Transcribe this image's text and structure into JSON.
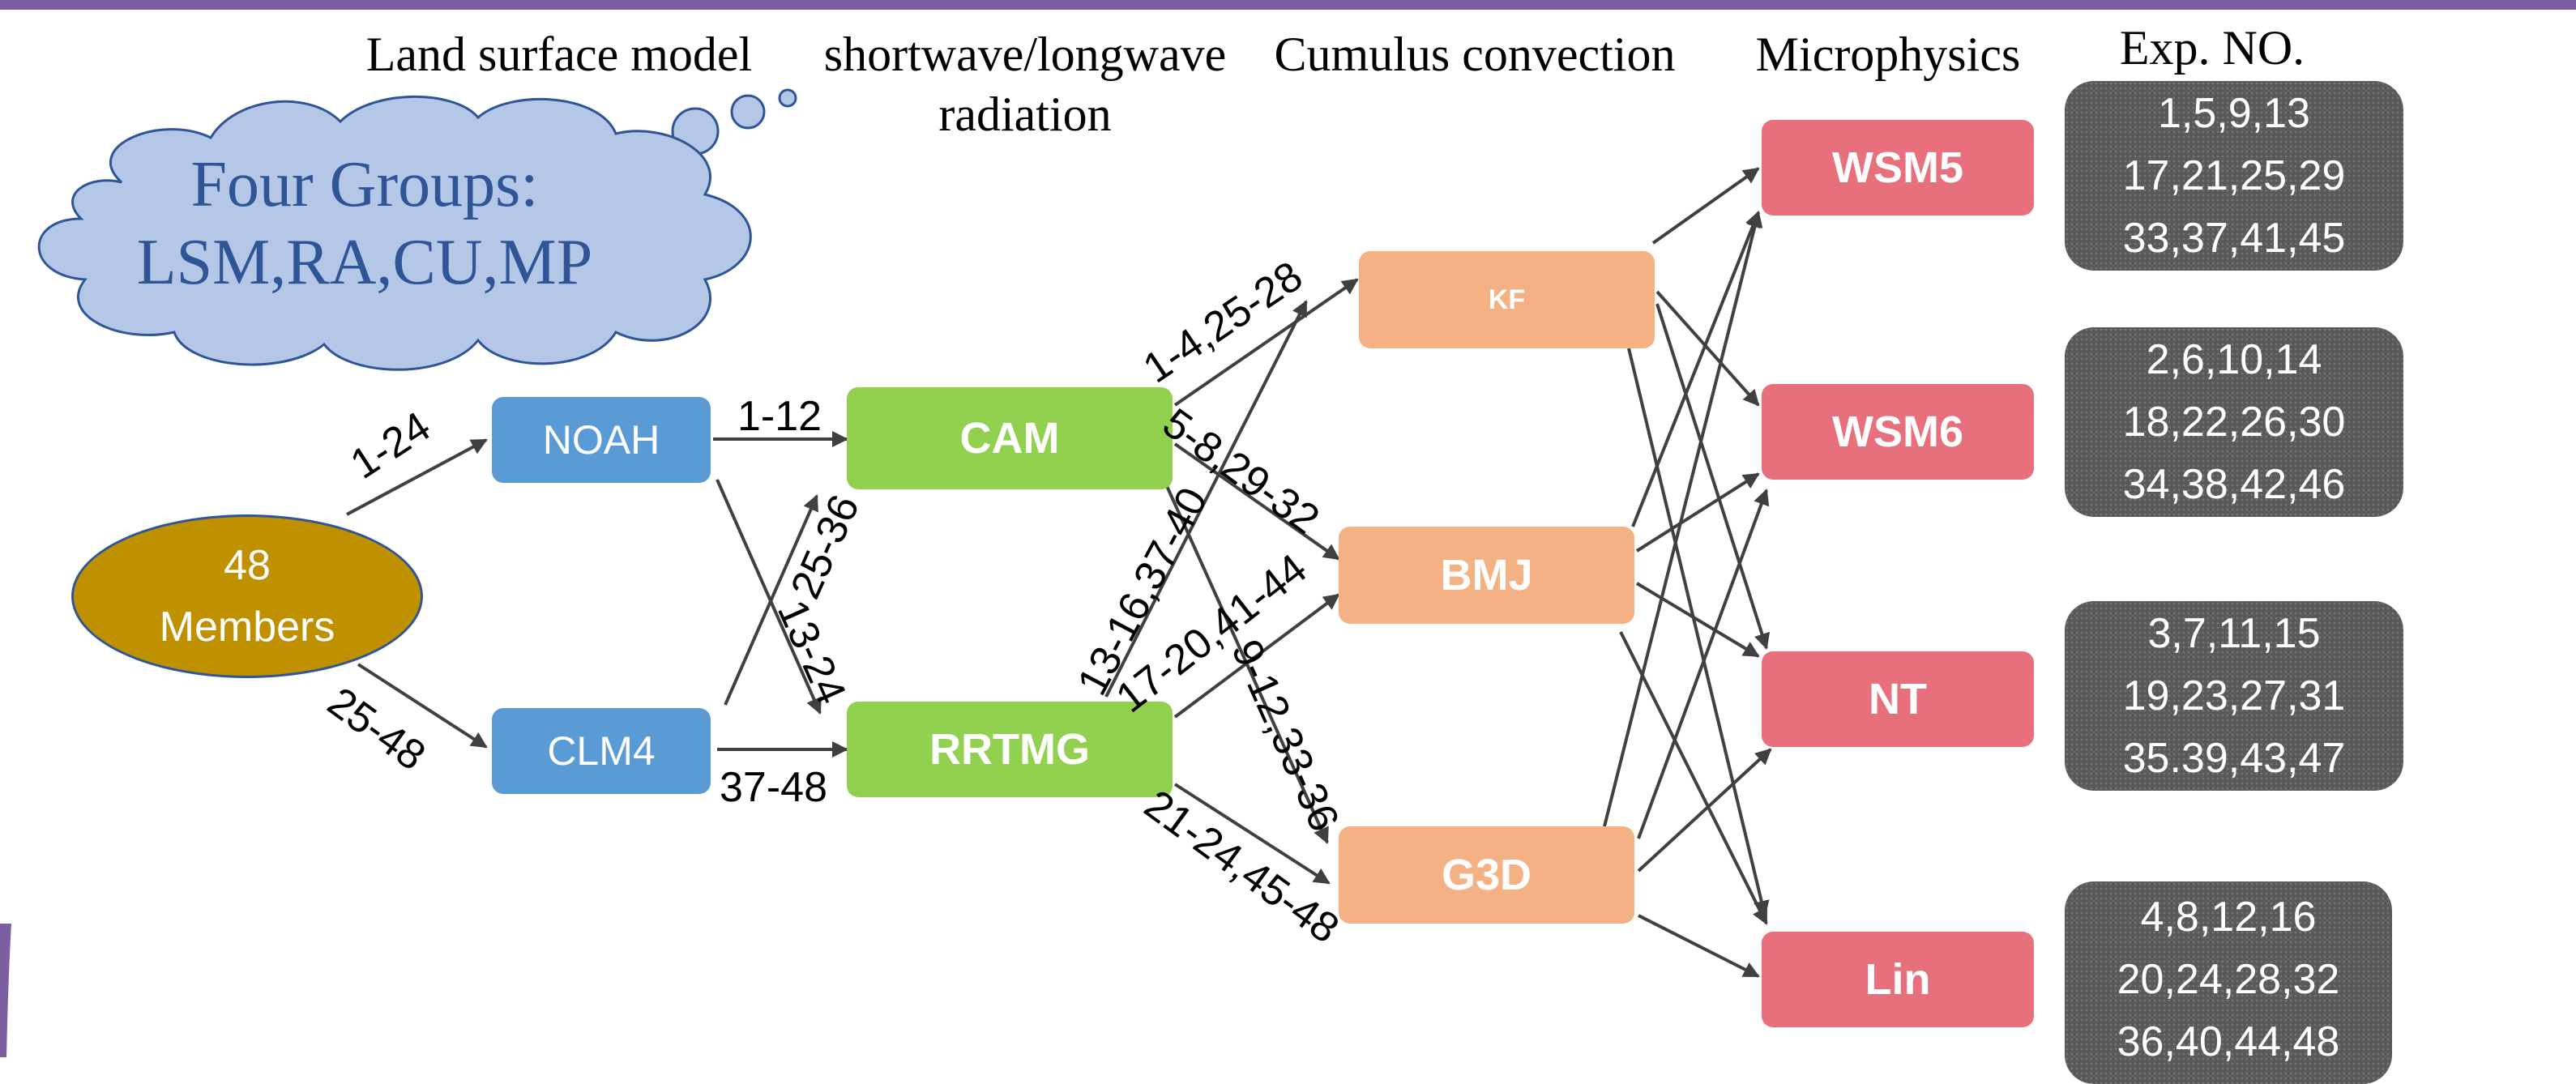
{
  "headers": {
    "lsm": "Land surface model",
    "radiation_line1": "shortwave/longwave",
    "radiation_line2": "radiation",
    "cumulus": "Cumulus convection",
    "microphysics": "Microphysics",
    "exp": "Exp. NO."
  },
  "callout": {
    "line1": "Four Groups:",
    "line2": "LSM,RA,CU,MP"
  },
  "members": {
    "line1": "48",
    "line2": "Members"
  },
  "lsm_nodes": {
    "noah": "NOAH",
    "clm4": "CLM4"
  },
  "ra_nodes": {
    "cam": "CAM",
    "rrtmg": "RRTMG"
  },
  "cu_nodes": {
    "kf": "KF",
    "bmj": "BMJ",
    "g3d": "G3D"
  },
  "mp_nodes": {
    "wsm5": "WSM5",
    "wsm6": "WSM6",
    "nt": "NT",
    "lin": "Lin"
  },
  "exp_groups": [
    [
      "1,5,9,13",
      "17,21,25,29",
      "33,37,41,45"
    ],
    [
      "2,6,10,14",
      "18,22,26,30",
      "34,38,42,46"
    ],
    [
      "3,7,11,15",
      "19,23,27,31",
      "35.39,43,47"
    ],
    [
      "4,8,12,16",
      "20,24,28,32",
      "36,40,44,48"
    ]
  ],
  "edge_labels": {
    "members_noah": "1-24",
    "members_clm4": "25-48",
    "noah_cam": "1-12",
    "clm4_rrtmg": "37-48",
    "clm4_cam": "25-36",
    "noah_rrtmg": "13-24",
    "cam_kf": "1-4,25-28",
    "cam_bmj": "5-8,29-32",
    "cam_g3d": "9-12,33-36",
    "rrtmg_kf": "13-16,37-40",
    "rrtmg_bmj": "17-20,41-44",
    "rrtmg_g3d": "21-24,45-48"
  },
  "colors": {
    "top_bar": "#7b5fa0",
    "lsm_box": "#5b9bd5",
    "ra_box": "#92d050",
    "cu_box": "#f4b183",
    "mp_box": "#e8707d",
    "exp_box": "#595959",
    "members": "#bf9000",
    "cloud": "#b4c7e7",
    "cloud_border": "#2f5597"
  }
}
